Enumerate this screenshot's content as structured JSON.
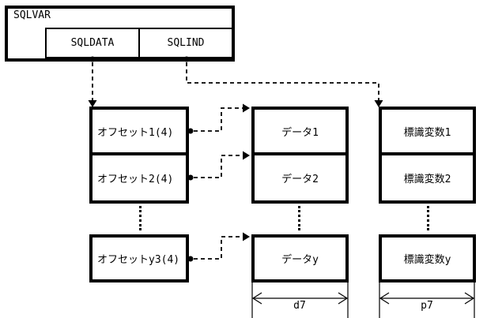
{
  "diagram": {
    "sqlvar_box": {
      "title": "SQLVAR",
      "fields": [
        {
          "label": "SQLDATA"
        },
        {
          "label": "SQLIND"
        }
      ]
    },
    "offset_column": {
      "items": [
        {
          "label": "オフセット1(4)"
        },
        {
          "label": "オフセット2(4)"
        },
        {
          "label": "オフセットy3(4)"
        }
      ]
    },
    "data_column": {
      "items": [
        {
          "label": "データ1"
        },
        {
          "label": "データ2"
        },
        {
          "label": "データy"
        }
      ],
      "width_label": "d7"
    },
    "indicator_column": {
      "items": [
        {
          "label": "標識変数1"
        },
        {
          "label": "標識変数2"
        },
        {
          "label": "標識変数y"
        }
      ],
      "width_label": "p7"
    },
    "colors": {
      "line": "#000000",
      "background": "#ffffff"
    }
  }
}
